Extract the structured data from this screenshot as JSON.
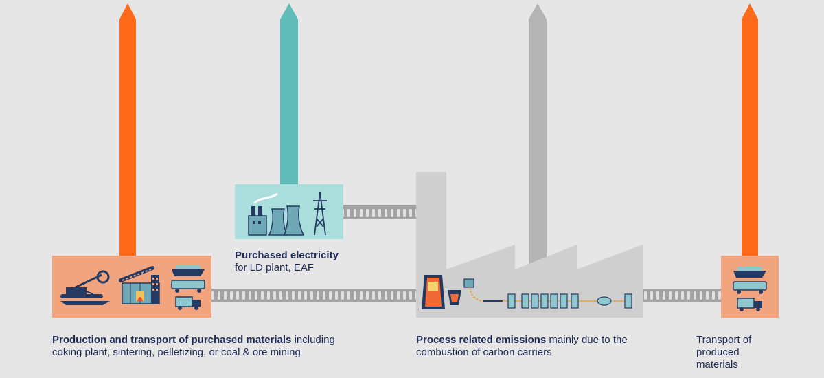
{
  "colors": {
    "background": "#e6e6e6",
    "scope_orange": "#ff6a1a",
    "scope_teal": "#5fbcb8",
    "scope_gray": "#b4b4b4",
    "box_salmon": "#f2a47e",
    "box_teal_light": "#a9dedc",
    "factory_gray": "#cfcfcf",
    "conveyor": "#9a9a9a",
    "text_navy": "#1e2b56"
  },
  "icons": {
    "upstream": [
      "bucket-wheel-excavator-icon",
      "conveyor-belt-icon",
      "sintering-plant-icon",
      "ship-icon",
      "rail-wagon-icon",
      "truck-icon"
    ],
    "electricity": [
      "power-plant-icon",
      "cooling-tower-icon",
      "transmission-tower-icon"
    ],
    "process": [
      "blast-furnace-icon",
      "converter-ladle-icon",
      "caster-icon",
      "rolling-stands-icon",
      "coil-icon"
    ],
    "transport": [
      "ship-icon",
      "rail-wagon-icon",
      "truck-icon"
    ]
  },
  "labels": {
    "materials_title": "Production and transport of purchased materials",
    "materials_rest": " including",
    "materials_line2": "coking plant, sintering, pelletizing, or coal & ore mining",
    "electricity_title": "Purchased electricity",
    "electricity_line2": "for LD plant, EAF",
    "process_title": "Process related emissions",
    "process_rest": " mainly due to the",
    "process_line2": "combustion of carbon carriers",
    "transport_line1": "Transport of",
    "transport_line2": "produced",
    "transport_line3": "materials"
  }
}
